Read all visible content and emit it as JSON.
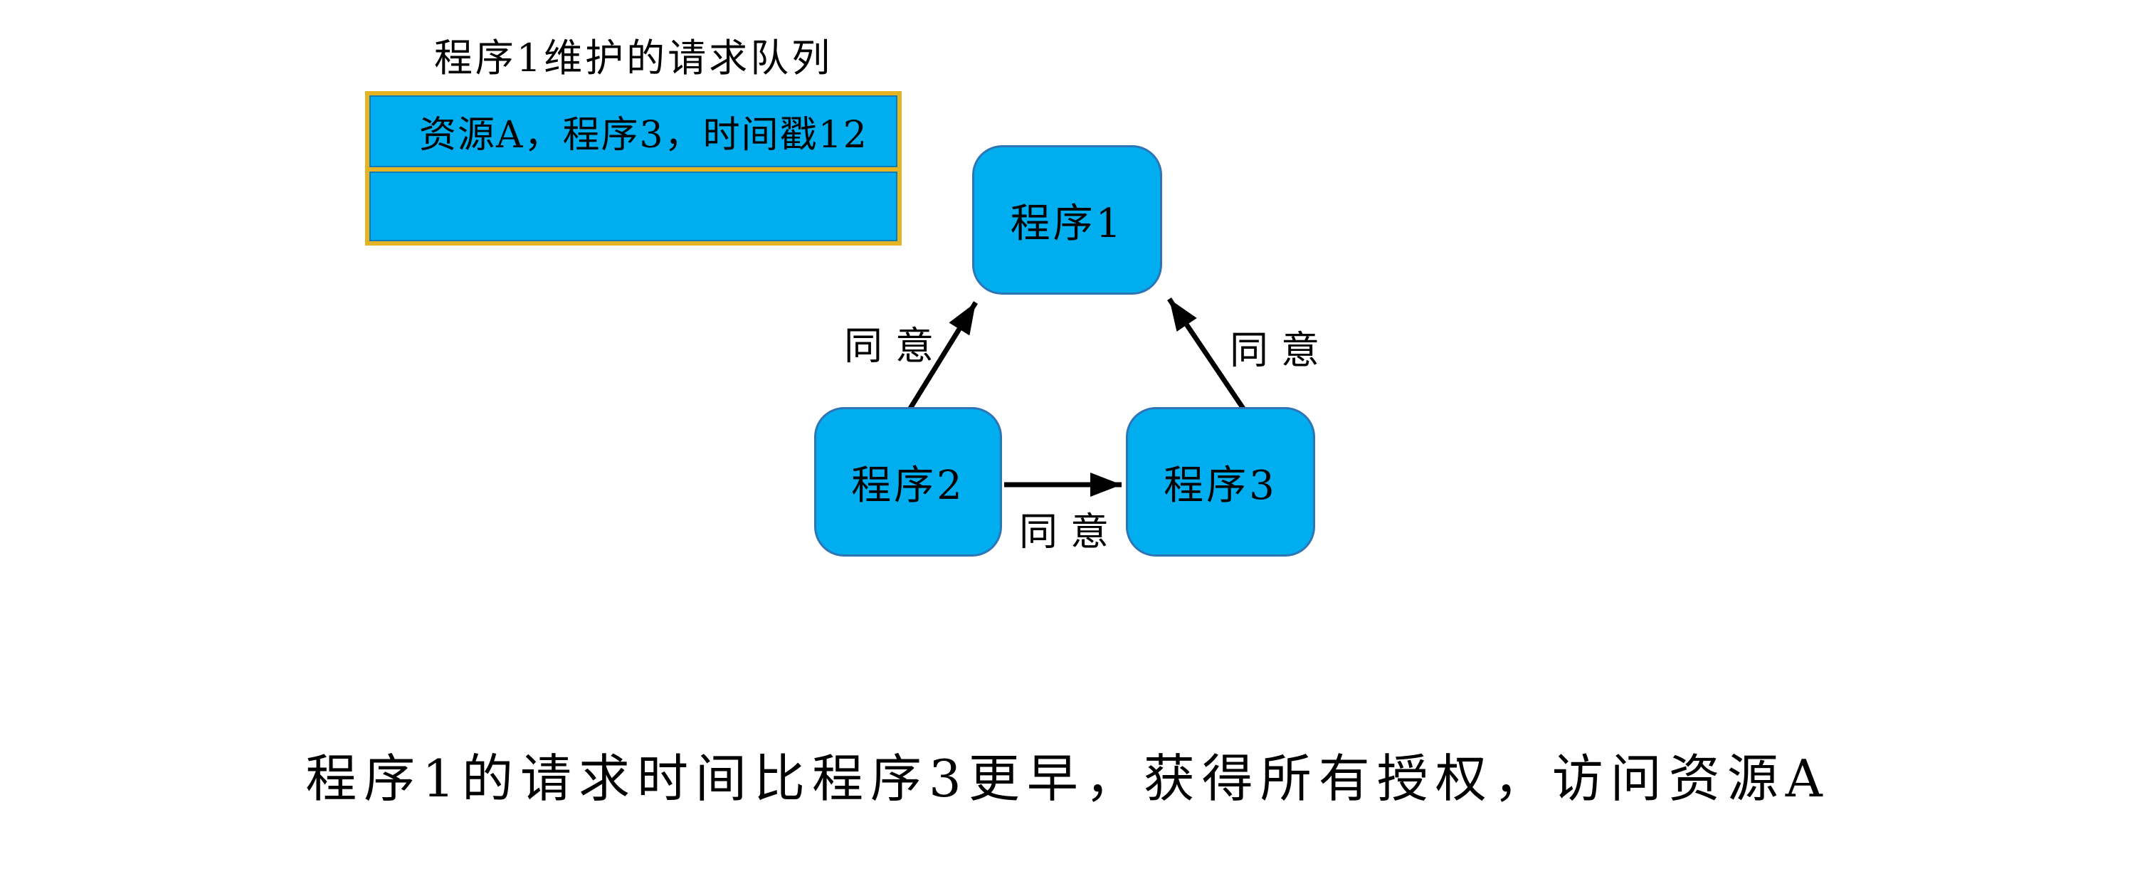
{
  "colors": {
    "background": "#FFFFFF",
    "node_fill": "#00AEEF",
    "node_border": "#2E75B6",
    "queue_border": "#E6B422",
    "arrow": "#000000",
    "text": "#000000"
  },
  "queue": {
    "title": "程序1维护的请求队列",
    "rows": [
      {
        "text": "资源A，程序3，时间戳12"
      },
      {
        "text": ""
      }
    ]
  },
  "diagram": {
    "nodes": [
      {
        "id": "process-1",
        "label": "程序1"
      },
      {
        "id": "process-2",
        "label": "程序2"
      },
      {
        "id": "process-3",
        "label": "程序3"
      }
    ],
    "edges": [
      {
        "from": "程序2",
        "to": "程序1",
        "label": "同意"
      },
      {
        "from": "程序3",
        "to": "程序1",
        "label": "同意"
      },
      {
        "from": "程序2",
        "to": "程序3",
        "label": "同意"
      }
    ]
  },
  "caption": "程序1的请求时间比程序3更早，获得所有授权，访问资源A"
}
